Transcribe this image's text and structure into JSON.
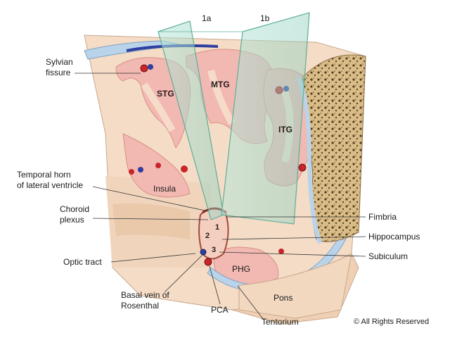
{
  "planes": [
    "1a",
    "1b"
  ],
  "gyri": {
    "stg": "STG",
    "mtg": "MTG",
    "itg": "ITG",
    "insula": "Insula",
    "phg": "PHG",
    "pons": "Pons"
  },
  "numbers": [
    "1",
    "2",
    "3"
  ],
  "left_labels": {
    "sylvian_1": "Sylvian",
    "sylvian_2": "fissure",
    "temporal_horn_1": "Temporal horn",
    "temporal_horn_2": "of lateral ventricle",
    "choroid_1": "Choroid",
    "choroid_2": "plexus",
    "optic_tract": "Optic tract",
    "basal_vein_1": "Basal vein of",
    "basal_vein_2": "Rosenthal",
    "pca": "PCA",
    "tentorium": "Tentorium"
  },
  "right_labels": {
    "fimbria": "Fimbria",
    "hippocampus": "Hippocampus",
    "subiculum": "Subiculum"
  },
  "copyright": "© All Rights Reserved",
  "colors": {
    "cortex": "#f2b8b2",
    "white_matter": "#f5dcc4",
    "bone": "#d9c08e",
    "glass": "#9fd8c8",
    "artery": "#c8252a",
    "vein": "#2f3fa0"
  }
}
